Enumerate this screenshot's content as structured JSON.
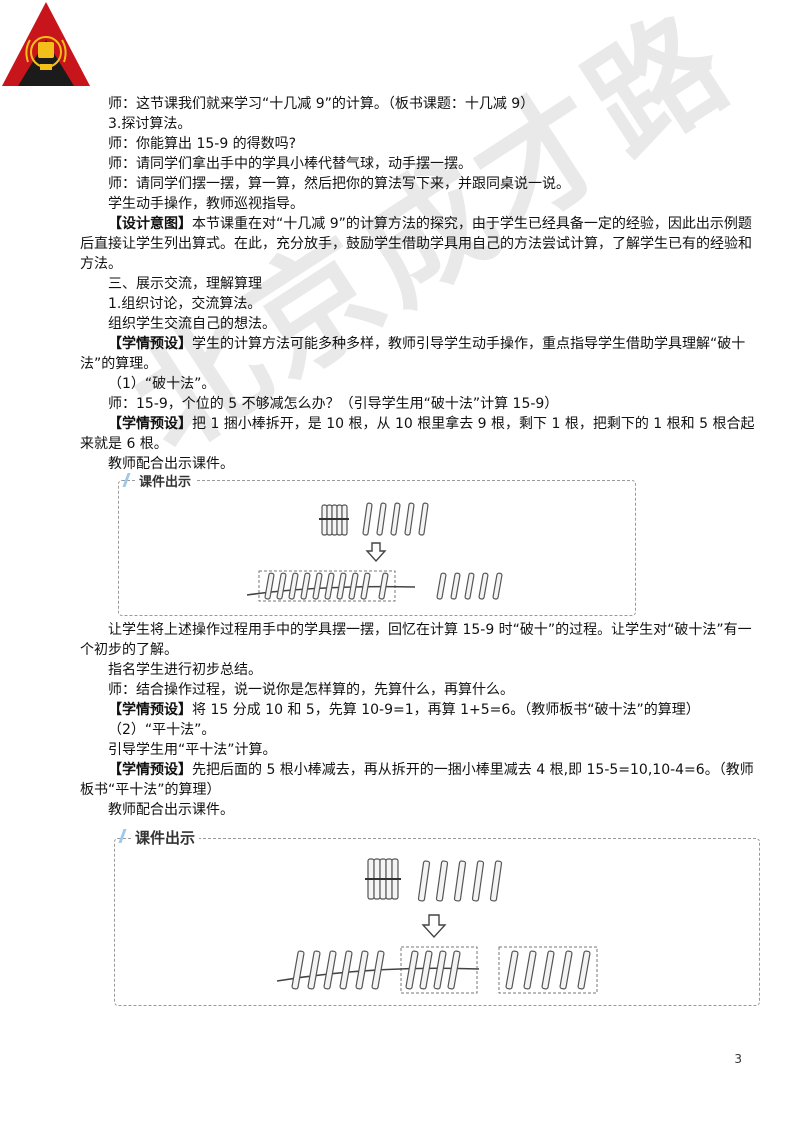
{
  "watermark": "北京成才路",
  "paragraphs": [
    {
      "id": "p1",
      "text": "师：这节课我们就来学习“十几减 9”的计算。（板书课题：十几减 9）"
    },
    {
      "id": "p2",
      "text": "3.探讨算法。"
    },
    {
      "id": "p3",
      "text": "师：你能算出 15-9 的得数吗?"
    },
    {
      "id": "p4",
      "text": "师：请同学们拿出手中的学具小棒代替气球，动手摆一摆。"
    },
    {
      "id": "p5",
      "text": "师：请同学们摆一摆，算一算，然后把你的算法写下来，并跟同桌说一说。"
    },
    {
      "id": "p6",
      "text": "学生动手操作，教师巡视指导。"
    },
    {
      "id": "p7",
      "tag": "【设计意图】",
      "text": "本节课重在对“十几减 9”的计算方法的探究，由于学生已经具备一定的经验，因此出示例题后直接让学生列出算式。在此，充分放手，鼓励学生借助学具用自己的方法尝试计算，了解学生已有的经验和方法。"
    },
    {
      "id": "p8",
      "text": "三、展示交流，理解算理"
    },
    {
      "id": "p9",
      "text": "1.组织讨论，交流算法。"
    },
    {
      "id": "p10",
      "text": "组织学生交流自己的想法。"
    },
    {
      "id": "p11",
      "tag": "【学情预设】",
      "text": "学生的计算方法可能多种多样，教师引导学生动手操作，重点指导学生借助学具理解“破十法”的算理。"
    },
    {
      "id": "p12",
      "text": "（1）“破十法”。"
    },
    {
      "id": "p13",
      "text": "师：15-9，个位的 5 不够减怎么办？（引导学生用“破十法”计算 15-9）"
    },
    {
      "id": "p14",
      "tag": "【学情预设】",
      "text": "把 1 捆小棒拆开，是 10 根，从 10 根里拿去 9 根，剩下 1 根，把剩下的 1 根和 5 根合起来就是 6 根。"
    },
    {
      "id": "p15",
      "text": "教师配合出示课件。"
    },
    {
      "id": "p16",
      "text": "让学生将上述操作过程用手中的学具摆一摆，回忆在计算 15-9 时“破十”的过程。让学生对“破十法”有一个初步的了解。"
    },
    {
      "id": "p17",
      "text": "指名学生进行初步总结。"
    },
    {
      "id": "p18",
      "text": "师：结合操作过程，说一说你是怎样算的，先算什么，再算什么。"
    },
    {
      "id": "p19",
      "tag": "【学情预设】",
      "text": "将 15 分成 10 和 5，先算 10-9=1，再算 1+5=6。（教师板书“破十法”的算理）"
    },
    {
      "id": "p20",
      "text": "（2）“平十法”。"
    },
    {
      "id": "p21",
      "text": "引导学生用“平十法”计算。"
    },
    {
      "id": "p22",
      "tag": "【学情预设】",
      "text": "先把后面的 5 根小棒减去，再从拆开的一捆小棒里减去 4 根,即 15-5=10,10-4=6。（教师板书“平十法”的算理）"
    },
    {
      "id": "p23",
      "text": "教师配合出示课件。"
    }
  ],
  "figure1": {
    "title": "课件出示"
  },
  "figure2": {
    "title": "课件出示"
  },
  "page_number": "3"
}
